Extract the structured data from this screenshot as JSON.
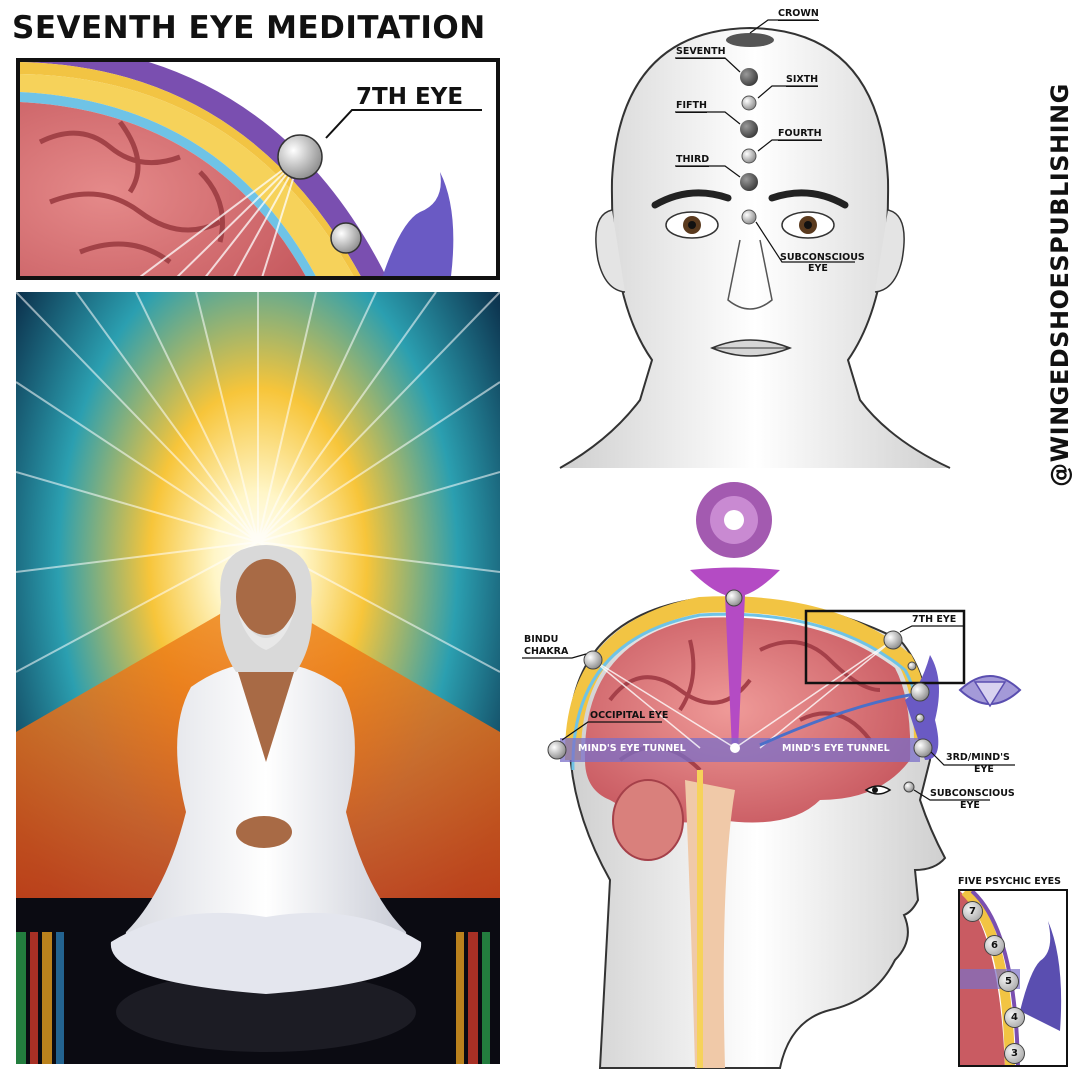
{
  "title": "SEVENTH EYE MEDITATION",
  "handle": "@WINGEDSHOESPUBLISHING",
  "inset": {
    "label": "7TH EYE"
  },
  "head_labels": {
    "crown": "CROWN",
    "seventh": "SEVENTH",
    "sixth": "SIXTH",
    "fifth": "FIFTH",
    "fourth": "FOURTH",
    "third": "THIRD",
    "subconscious_line1": "SUBCONSCIOUS",
    "subconscious_line2": "EYE"
  },
  "brain_labels": {
    "bindu_line1": "BINDU",
    "bindu_line2": "CHAKRA",
    "seventh_eye": "7TH EYE",
    "occipital_eye": "OCCIPITAL EYE",
    "tunnel_left": "MIND'S EYE TUNNEL",
    "tunnel_right": "MIND'S EYE TUNNEL",
    "third_line1": "3RD/MIND'S",
    "third_line2": "EYE",
    "subconscious_line1": "SUBCONSCIOUS",
    "subconscious_line2": "EYE"
  },
  "five_psychic_eyes": {
    "title": "FIVE PSYCHIC EYES",
    "numbers": [
      "7",
      "6",
      "5",
      "4",
      "3"
    ]
  }
}
